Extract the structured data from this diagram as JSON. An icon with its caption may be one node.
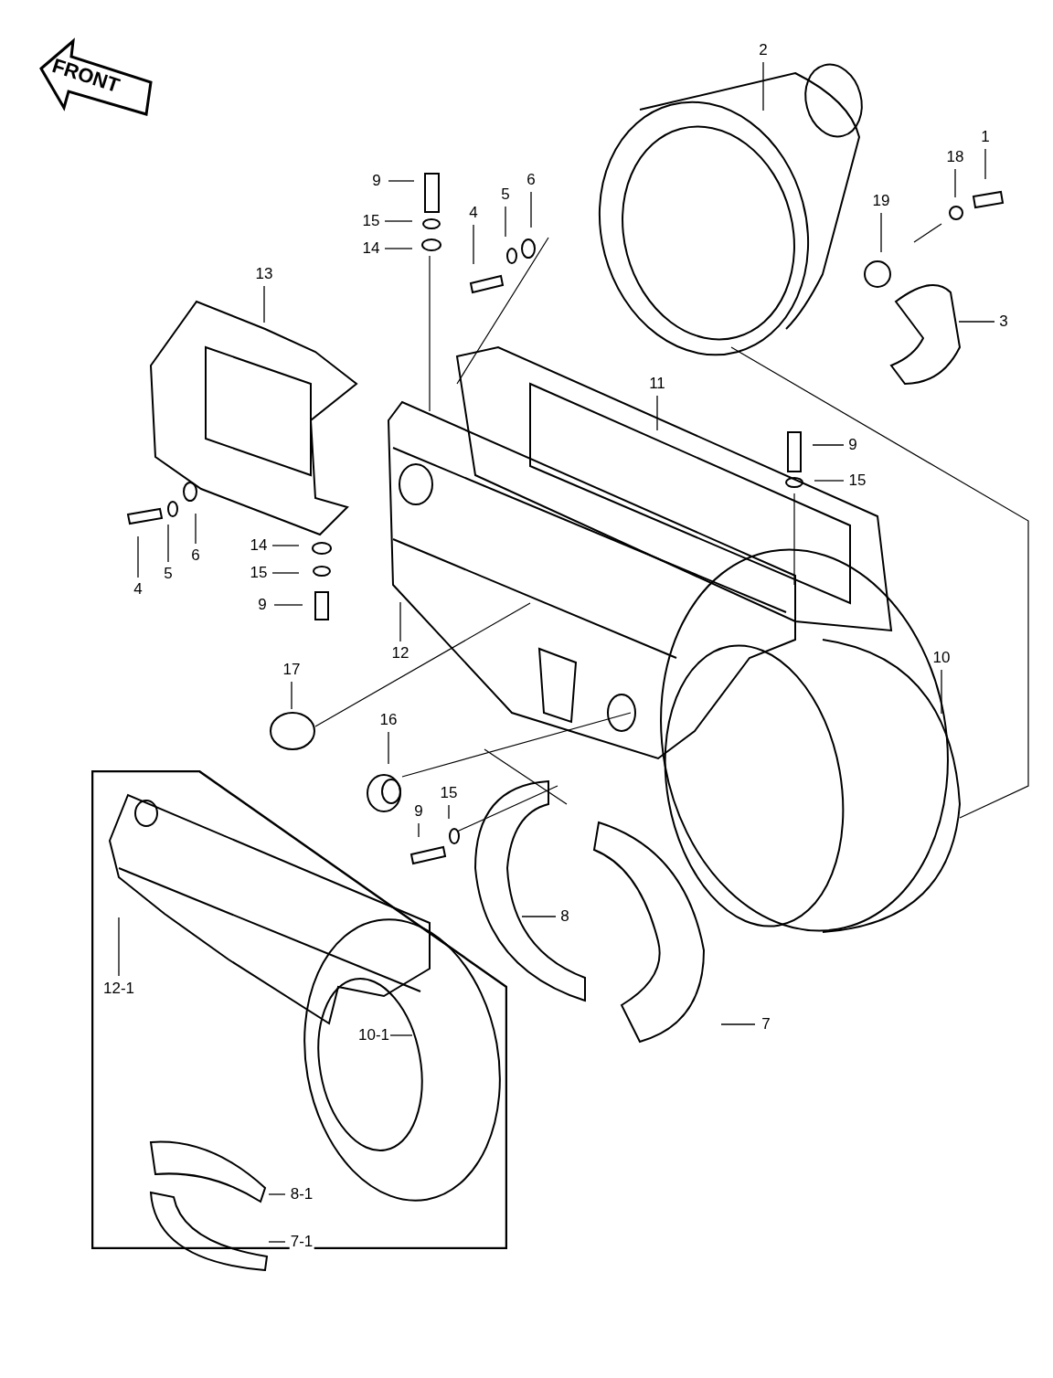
{
  "diagram": {
    "nodes": [
      {
        "text": [
          "2"
        ]
      },
      {
        "text": [
          "1"
        ]
      },
      {
        "text": [
          "18"
        ]
      },
      {
        "text": [
          "6"
        ]
      },
      {
        "text": [
          "9"
        ]
      },
      {
        "text": [
          "5"
        ]
      },
      {
        "text": [
          "19"
        ]
      },
      {
        "text": [
          "15"
        ]
      },
      {
        "text": [
          "4"
        ]
      },
      {
        "text": [
          "14"
        ]
      },
      {
        "text": [
          "13"
        ]
      },
      {
        "text": [
          "3"
        ]
      },
      {
        "text": [
          "11"
        ]
      },
      {
        "text": [
          "9"
        ]
      },
      {
        "text": [
          "15"
        ]
      },
      {
        "text": [
          "14"
        ]
      },
      {
        "text": [
          "6"
        ]
      },
      {
        "text": [
          "5"
        ]
      },
      {
        "text": [
          "15"
        ]
      },
      {
        "text": [
          "4"
        ]
      },
      {
        "text": [
          "9"
        ]
      },
      {
        "text": [
          "12"
        ]
      },
      {
        "text": [
          "10"
        ]
      },
      {
        "text": [
          "17"
        ]
      },
      {
        "text": [
          "16"
        ]
      },
      {
        "text": [],
        "shape": "box"
      },
      {
        "text": [
          "15"
        ]
      },
      {
        "text": [
          "9"
        ]
      },
      {
        "text": [
          "8"
        ]
      },
      {
        "text": [
          "7"
        ]
      },
      {
        "text": [
          "12-1"
        ],
        "in": 25
      },
      {
        "text": [
          "10-1"
        ],
        "in": 25
      },
      {
        "text": [
          "8-1"
        ],
        "in": 25
      },
      {
        "text": [
          "7-1"
        ],
        "in": 25
      }
    ],
    "edges": [
      {
        "from": 0,
        "to": null,
        "arrow": "none"
      },
      {
        "from": 1,
        "to": null,
        "arrow": "none"
      },
      {
        "from": 2,
        "to": null,
        "arrow": "none"
      },
      {
        "from": 3,
        "to": null,
        "arrow": "none"
      },
      {
        "from": 4,
        "to": null,
        "arrow": "none"
      },
      {
        "from": 5,
        "to": null,
        "arrow": "none"
      },
      {
        "from": 6,
        "to": null,
        "arrow": "none"
      },
      {
        "from": 7,
        "to": null,
        "arrow": "none"
      },
      {
        "from": 8,
        "to": null,
        "arrow": "none"
      },
      {
        "from": 9,
        "to": null,
        "arrow": "none"
      },
      {
        "from": 10,
        "to": null,
        "arrow": "none"
      },
      {
        "from": 11,
        "to": null,
        "arrow": "none"
      },
      {
        "from": 12,
        "to": null,
        "arrow": "none"
      },
      {
        "from": 13,
        "to": null,
        "arrow": "none"
      },
      {
        "from": 14,
        "to": null,
        "arrow": "none"
      },
      {
        "from": 15,
        "to": null,
        "arrow": "none"
      },
      {
        "from": 16,
        "to": null,
        "arrow": "none"
      },
      {
        "from": 17,
        "to": null,
        "arrow": "none"
      },
      {
        "from": 18,
        "to": null,
        "arrow": "none"
      },
      {
        "from": 19,
        "to": null,
        "arrow": "none"
      },
      {
        "from": 20,
        "to": null,
        "arrow": "none"
      },
      {
        "from": 21,
        "to": null,
        "arrow": "none"
      },
      {
        "from": 22,
        "to": null,
        "arrow": "none"
      },
      {
        "from": 23,
        "to": null,
        "arrow": "none"
      },
      {
        "from": 24,
        "to": null,
        "arrow": "none"
      },
      {
        "from": 26,
        "to": null,
        "arrow": "none"
      },
      {
        "from": 27,
        "to": null,
        "arrow": "none"
      },
      {
        "from": 28,
        "to": null,
        "arrow": "none"
      },
      {
        "from": 29,
        "to": null,
        "arrow": "none"
      },
      {
        "from": 30,
        "to": null,
        "arrow": "none"
      },
      {
        "from": 31,
        "to": null,
        "arrow": "none"
      },
      {
        "from": 32,
        "to": null,
        "arrow": "none"
      },
      {
        "from": 33,
        "to": null,
        "arrow": "none"
      }
    ],
    "labels": [
      "FRONT"
    ]
  }
}
